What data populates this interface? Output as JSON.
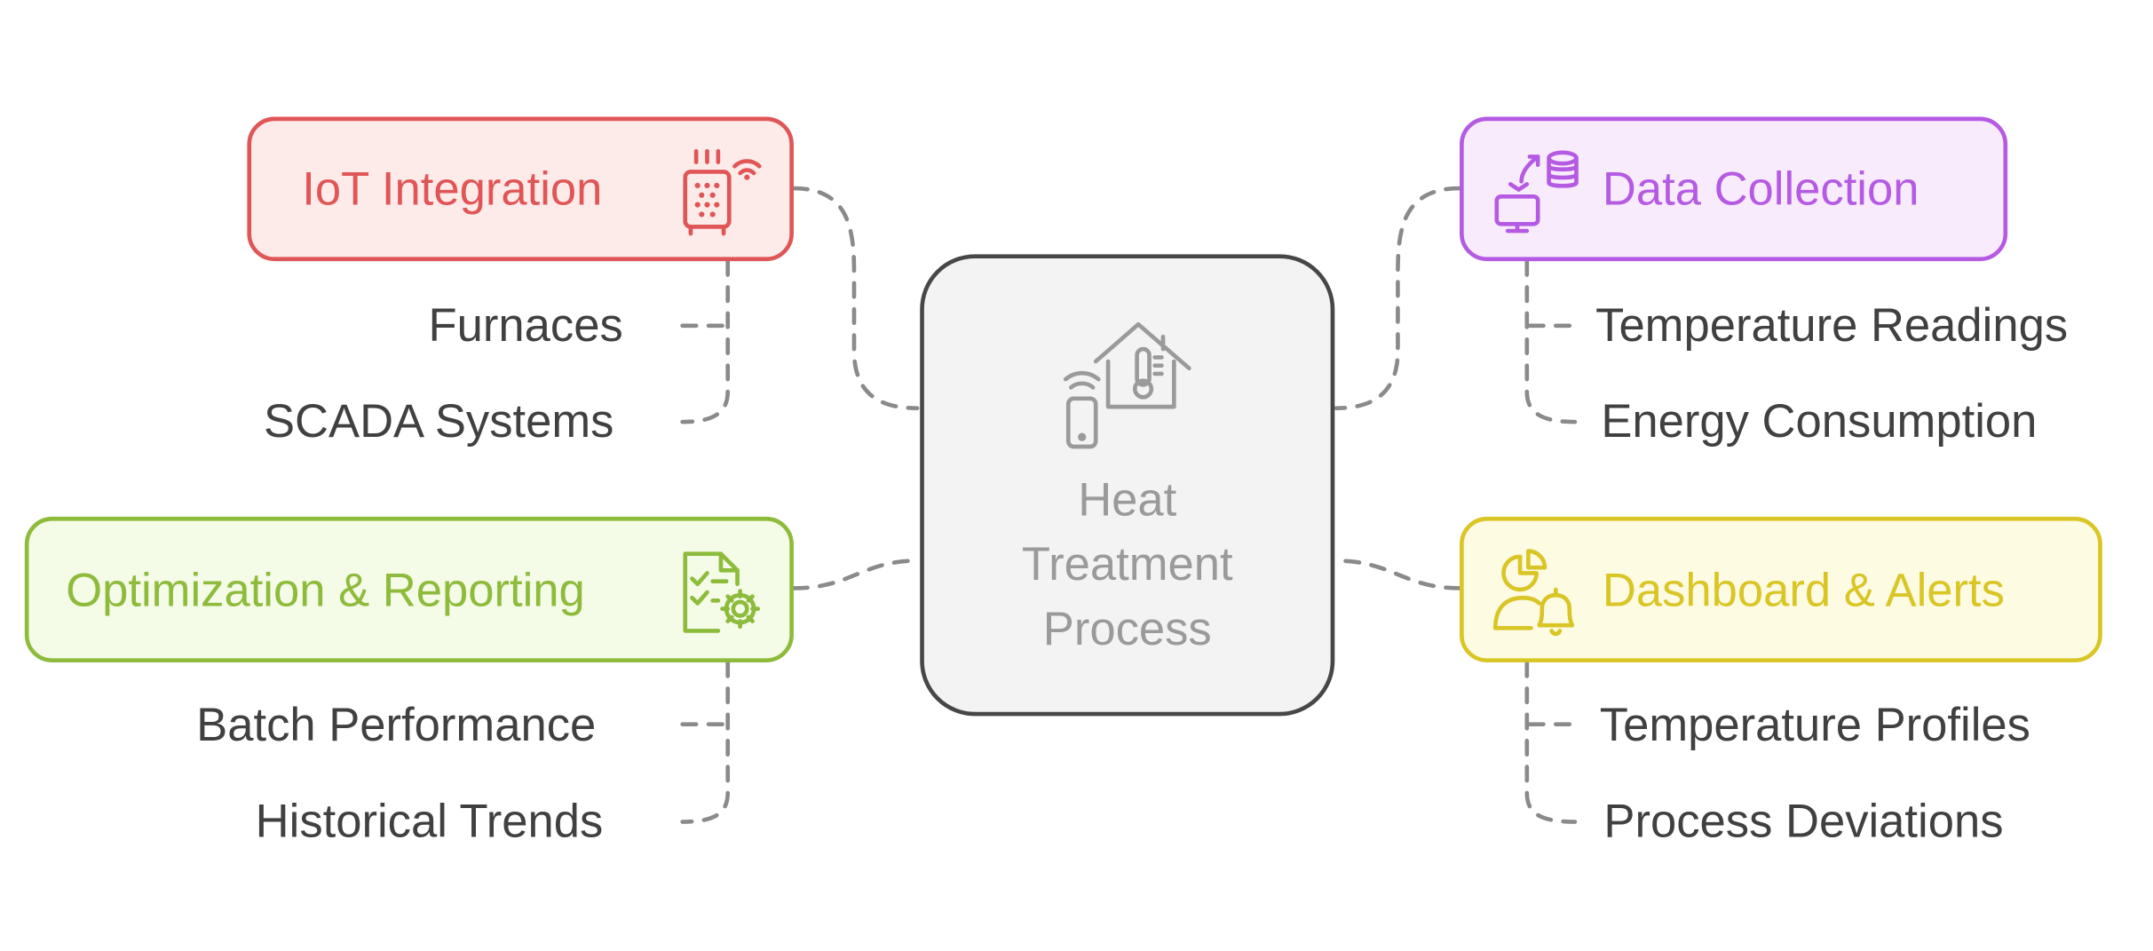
{
  "center": {
    "title_lines": [
      "Heat",
      "Treatment",
      "Process"
    ],
    "icon": "smart-home-thermometer-icon"
  },
  "branches": [
    {
      "id": "iot",
      "label": "IoT Integration",
      "icon": "smart-furnace-icon",
      "color": "#e05656",
      "fill": "#fdebea",
      "items": [
        "Furnaces",
        "SCADA Systems"
      ]
    },
    {
      "id": "data",
      "label": "Data Collection",
      "icon": "data-transfer-database-icon",
      "color": "#b55be3",
      "fill": "#f8ecfc",
      "items": [
        "Temperature Readings",
        "Energy Consumption"
      ]
    },
    {
      "id": "opt",
      "label": "Optimization & Reporting",
      "icon": "checklist-gear-icon",
      "color": "#8dbb3b",
      "fill": "#f4fbe6",
      "items": [
        "Batch Performance",
        "Historical Trends"
      ]
    },
    {
      "id": "dash",
      "label": "Dashboard & Alerts",
      "icon": "user-chart-bell-icon",
      "color": "#d9c626",
      "fill": "#fefbe3",
      "items": [
        "Temperature Profiles",
        "Process Deviations"
      ]
    }
  ],
  "connector_color": "#8a8a8a"
}
